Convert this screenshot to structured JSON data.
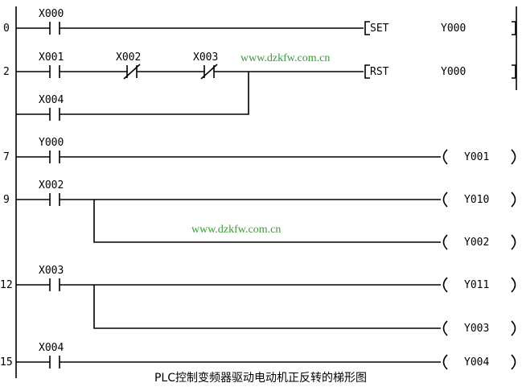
{
  "caption": "PLC控制变频器驱动电动机正反转的梯形图",
  "watermarks": [
    "www.dzkfw.com.cn",
    "www.dzkfw.com.cn"
  ],
  "rungs": [
    {
      "step": "0",
      "contacts": [
        {
          "label": "X000",
          "type": "NO"
        }
      ],
      "instr": "SET",
      "device": "Y000"
    },
    {
      "step": "2",
      "contacts": [
        {
          "label": "X001",
          "type": "NO"
        },
        {
          "label": "X002",
          "type": "NC"
        },
        {
          "label": "X003",
          "type": "NC"
        }
      ],
      "branch": {
        "label": "X004",
        "type": "NO"
      },
      "instr": "RST",
      "device": "Y000"
    },
    {
      "step": "7",
      "contacts": [
        {
          "label": "Y000",
          "type": "NO"
        }
      ],
      "coil": "Y001"
    },
    {
      "step": "9",
      "contacts": [
        {
          "label": "X002",
          "type": "NO"
        }
      ],
      "coil": "Y010",
      "parallel_coil": "Y002"
    },
    {
      "step": "12",
      "contacts": [
        {
          "label": "X003",
          "type": "NO"
        }
      ],
      "coil": "Y011",
      "parallel_coil": "Y003"
    },
    {
      "step": "15",
      "contacts": [
        {
          "label": "X004",
          "type": "NO"
        }
      ],
      "coil": "Y004"
    }
  ]
}
